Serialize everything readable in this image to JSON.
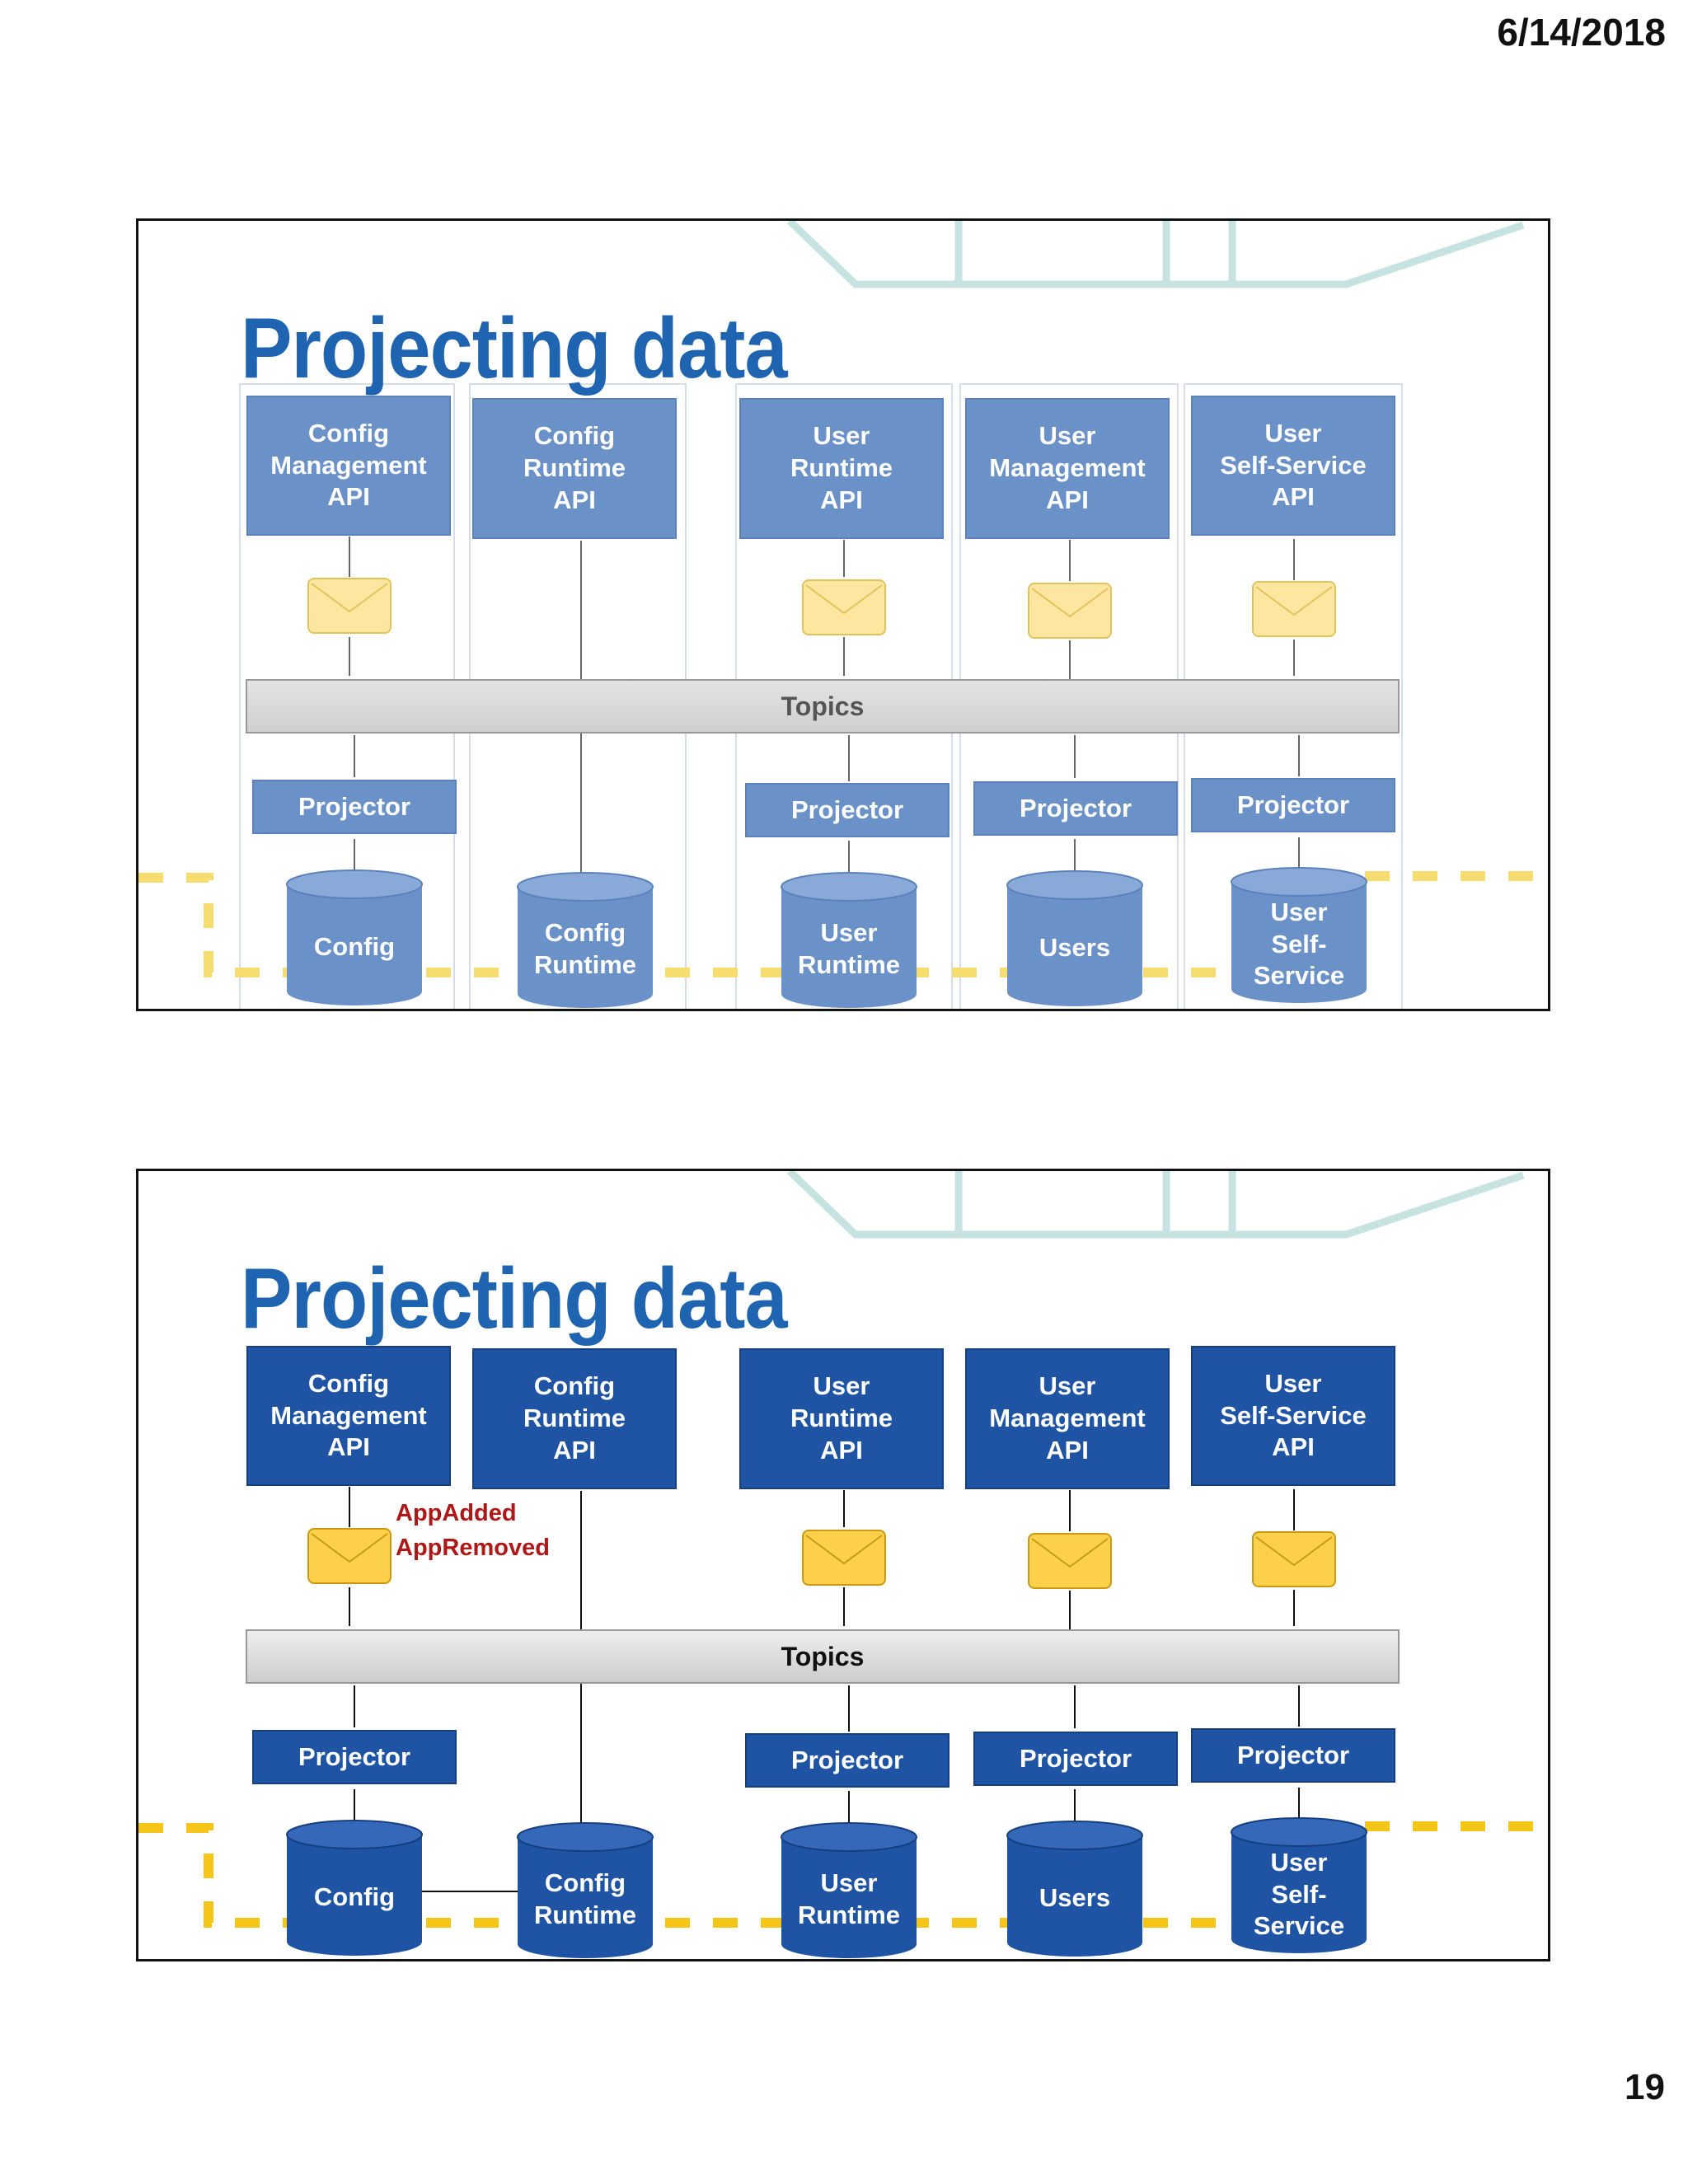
{
  "page": {
    "date": "6/14/2018",
    "number": "19"
  },
  "slides": [
    {
      "title": "Projecting data",
      "apis": [
        "Config\nManagement\nAPI",
        "Config\nRuntime\nAPI",
        "User\nRuntime\nAPI",
        "User\nManagement\nAPI",
        "User\nSelf-Service\nAPI"
      ],
      "topics": "Topics",
      "projector": "Projector",
      "stores": [
        "Config",
        "Config\nRuntime",
        "User\nRuntime",
        "Users",
        "User\nSelf-\nService"
      ]
    },
    {
      "title": "Projecting data",
      "apis": [
        "Config\nManagement\nAPI",
        "Config\nRuntime\nAPI",
        "User\nRuntime\nAPI",
        "User\nManagement\nAPI",
        "User\nSelf-Service\nAPI"
      ],
      "topics": "Topics",
      "projector": "Projector",
      "stores": [
        "Config",
        "Config\nRuntime",
        "User\nRuntime",
        "Users",
        "User\nSelf-\nService"
      ],
      "events": [
        "AppAdded",
        "AppRemoved"
      ]
    }
  ],
  "colors": {
    "title": "#1f64b0",
    "box_faded": "#6b91c9",
    "box_solid": "#1f53a4",
    "envelope": "#fcd04a",
    "dashed_boundary": "#f5c518",
    "event_text": "#b01818",
    "decor_lines": "#bfe0df"
  }
}
